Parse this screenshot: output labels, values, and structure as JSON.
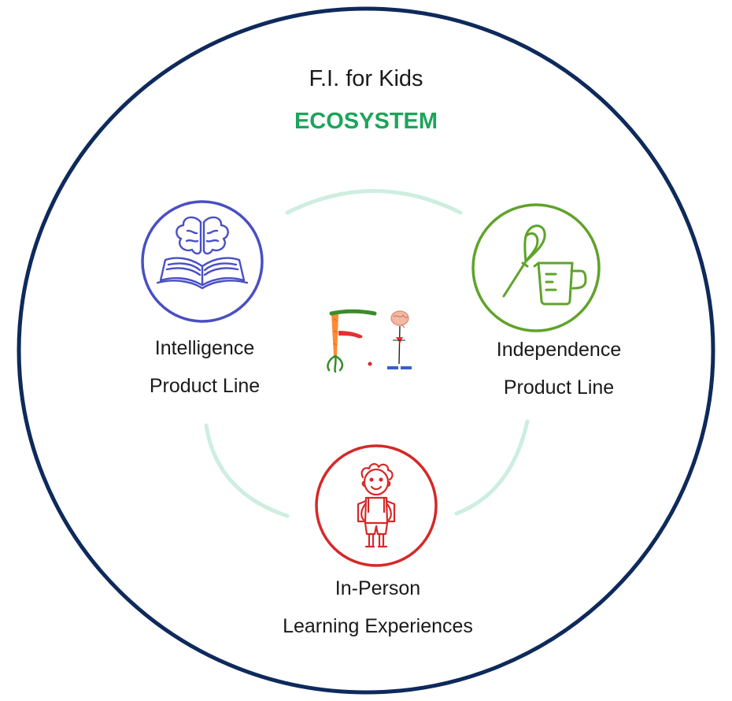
{
  "title": "F.I. for Kids",
  "subtitle": "ECOSYSTEM",
  "colors": {
    "outer_ring": "#0e2a5c",
    "subtitle": "#1aa55a",
    "intelligence": "#4a4fc4",
    "independence": "#5fa32a",
    "in_person": "#d62828",
    "connector_arc": "#cdeee0"
  },
  "nodes": [
    {
      "id": "intelligence",
      "icon": "brain-book-icon",
      "label_lines": [
        "Intelligence",
        "Product Line"
      ]
    },
    {
      "id": "independence",
      "icon": "whisk-measuring-cup-icon",
      "label_lines": [
        "Independence",
        "Product Line"
      ]
    },
    {
      "id": "in_person",
      "icon": "child-backpack-icon",
      "label_lines": [
        "In-Person",
        "Learning Experiences"
      ]
    }
  ],
  "center_logo": {
    "icon": "fi-logo-icon",
    "text": "F.I."
  }
}
